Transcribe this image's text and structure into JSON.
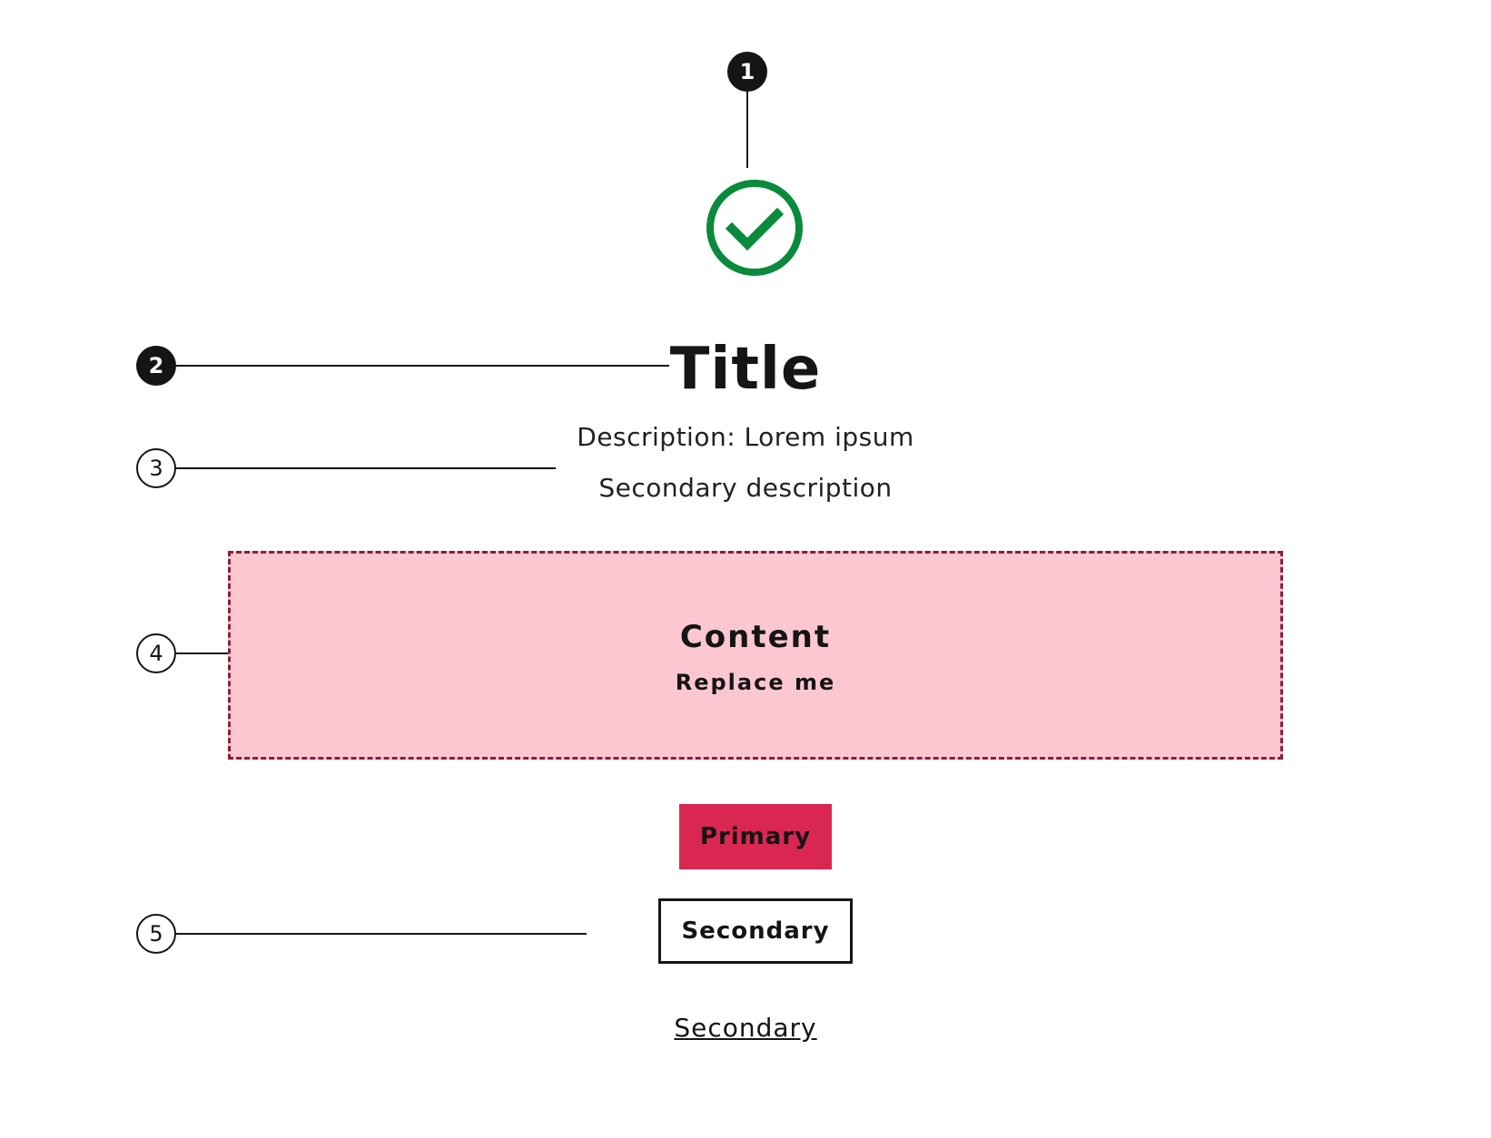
{
  "callouts": [
    "1",
    "2",
    "3",
    "4",
    "5"
  ],
  "colors": {
    "success": "#0a8a3c",
    "primary_button": "#d92751",
    "content_fill": "#fdc7d2",
    "content_border": "#8c1d3c",
    "ink": "#151515"
  },
  "icon": {
    "name": "check-circle-icon"
  },
  "title": "Title",
  "description": "Description: Lorem ipsum",
  "secondary_description": "Secondary description",
  "content": {
    "title": "Content",
    "subtitle": "Replace me"
  },
  "buttons": {
    "primary": "Primary",
    "secondary": "Secondary",
    "link": "Secondary"
  }
}
